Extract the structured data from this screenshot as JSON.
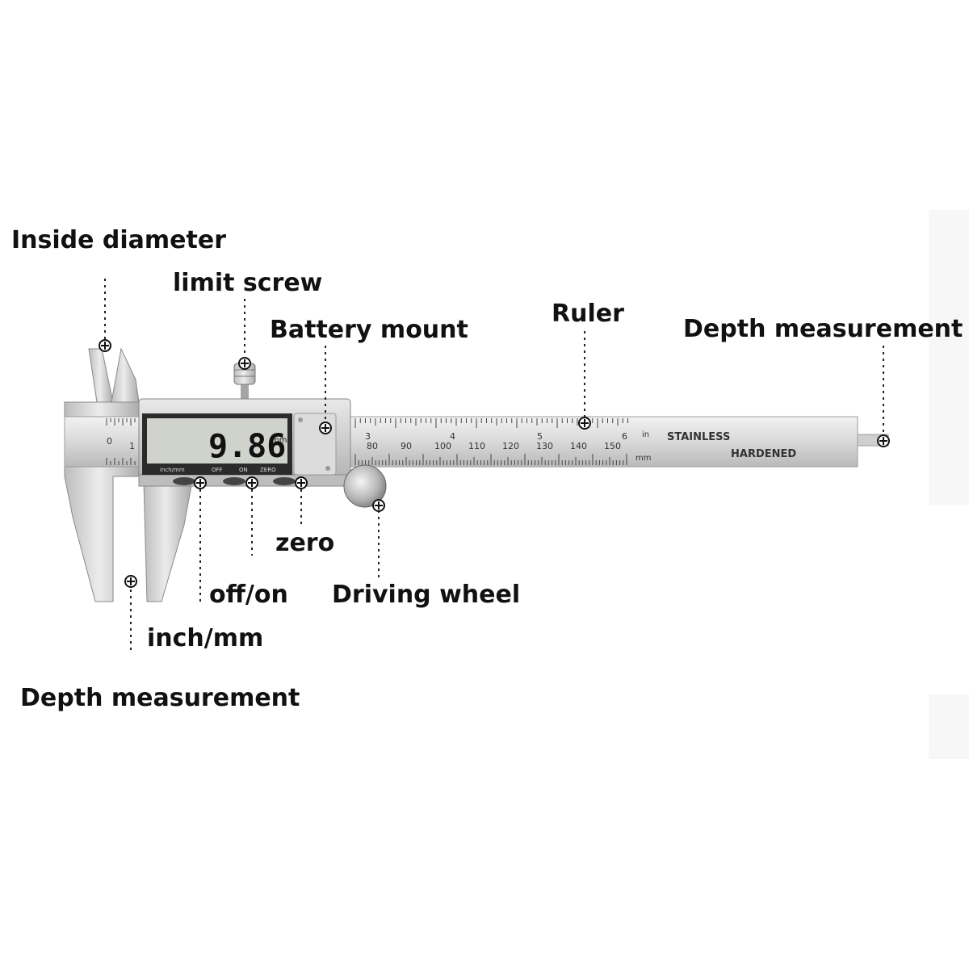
{
  "callouts": {
    "inside_diameter": "Inside diameter",
    "limit_screw": "limit screw",
    "battery_mount": "Battery mount",
    "ruler": "Ruler",
    "depth_measurement_top": "Depth measurement",
    "zero": "zero",
    "off_on": "off/on",
    "driving_wheel": "Driving wheel",
    "inch_mm": "inch/mm",
    "depth_measurement_bottom": "Depth measurement"
  },
  "caliper": {
    "lcd_reading": "9.86",
    "lcd_unit": "mm",
    "lcd_buttons": [
      "inch/mm",
      "OFF",
      "ON",
      "ZERO"
    ],
    "inch_unit": "in",
    "mm_unit": "mm",
    "stamp_line1": "STAINLESS",
    "stamp_line2": "HARDENED",
    "inch_ticks": [
      "3",
      "4",
      "5",
      "6"
    ],
    "mm_ticks": [
      "80",
      "90",
      "100",
      "110",
      "120",
      "130",
      "140",
      "150"
    ],
    "jaw_inch_tick": "0",
    "jaw_mm_tick": "1"
  },
  "colors": {
    "steel_light": "#e4e4e4",
    "steel_mid": "#c8c8c8",
    "steel_dark": "#9a9a9a",
    "lcd_bg": "#cfd3cc",
    "text": "#111111"
  }
}
